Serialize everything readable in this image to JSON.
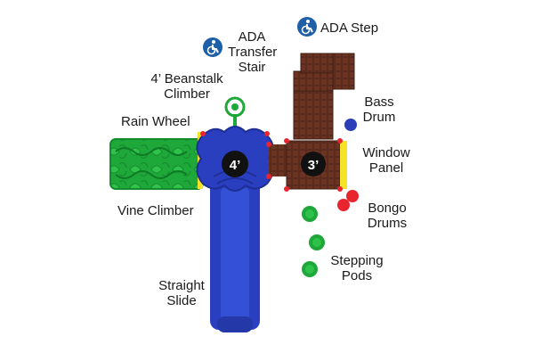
{
  "labels": {
    "ada_step": "ADA Step",
    "ada_transfer": [
      "ADA",
      "Transfer",
      "Stair"
    ],
    "beanstalk": [
      "4’ Beanstalk",
      "Climber"
    ],
    "rain_wheel": "Rain Wheel",
    "vine_climber": "Vine Climber",
    "straight_slide": [
      "Straight",
      "Slide"
    ],
    "bass_drum": [
      "Bass",
      "Drum"
    ],
    "window_panel": [
      "Window",
      "Panel"
    ],
    "bongo_drums": [
      "Bongo",
      "Drums"
    ],
    "stepping_pods": [
      "Stepping",
      "Pods"
    ],
    "deck_4": "4’",
    "deck_3": "3’"
  },
  "icons": [
    "wheelchair-accessible-icon"
  ],
  "colors": {
    "slide_blue": "#2a3fc0",
    "climber_green": "#1fa83a",
    "deck_brown": "#5a2a1c",
    "panel_yellow": "#f5e32a",
    "bongo_red": "#e8252e",
    "drum_blue": "#2b3fb8",
    "ada_blue": "#1f5fa8"
  }
}
